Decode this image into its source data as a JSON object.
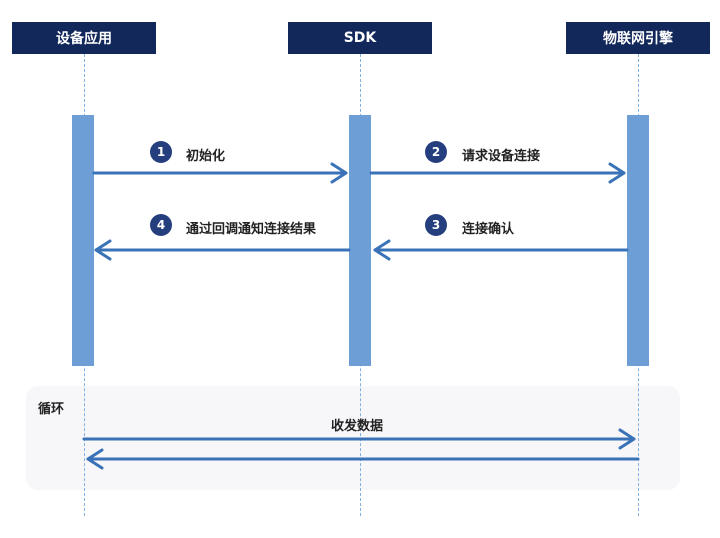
{
  "participants": {
    "app": "设备应用",
    "sdk": "SDK",
    "iot": "物联网引擎"
  },
  "messages": [
    {
      "step": "1",
      "label": "初始化"
    },
    {
      "step": "2",
      "label": "请求设备连接"
    },
    {
      "step": "3",
      "label": "连接确认"
    },
    {
      "step": "4",
      "label": "通过回调通知连接结果"
    }
  ],
  "loop": {
    "label": "循环",
    "message": "收发数据"
  },
  "colors": {
    "header": "#13285a",
    "arrow": "#3a72b8",
    "activation": "#6d9fd6",
    "badge": "#253f7e"
  }
}
